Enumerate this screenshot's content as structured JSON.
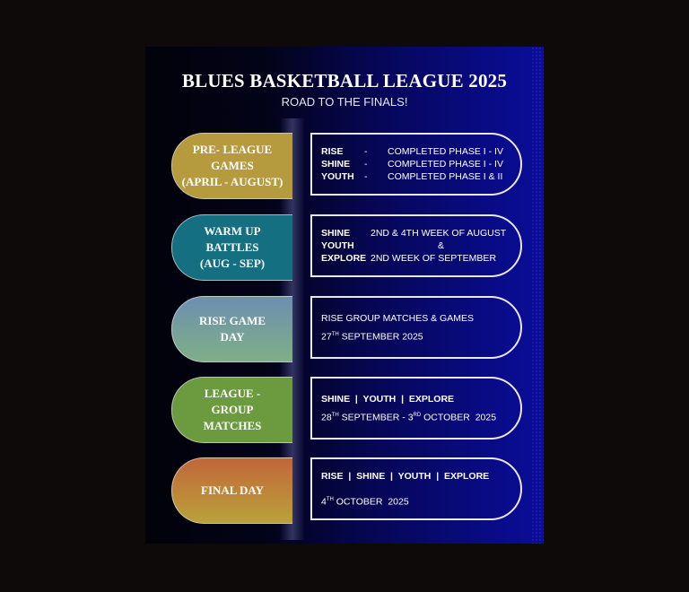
{
  "header": {
    "title": "BLUES BASKETBALL LEAGUE 2025",
    "subtitle": "ROAD TO THE FINALS!"
  },
  "colors": {
    "pre_league": "#b59a3e",
    "warm_up": "#147080",
    "rise_game_day_top": "#6c8fb0",
    "rise_game_day_bottom": "#7faf86",
    "league_group": "#6b9a3f",
    "final_day_top": "#c2663a",
    "final_day_bottom": "#b9a23a",
    "card_border": "#e8e8f0"
  },
  "rows": [
    {
      "label_lines": [
        "PRE- LEAGUE",
        "GAMES",
        "(APRIL - AUGUST)"
      ],
      "details": [
        {
          "group": "RISE",
          "sep": "-",
          "status": "COMPLETED PHASE I - IV"
        },
        {
          "group": "SHINE",
          "sep": "-",
          "status": "COMPLETED PHASE I - IV"
        },
        {
          "group": "YOUTH",
          "sep": "-",
          "status": "COMPLETED PHASE I & II"
        }
      ]
    },
    {
      "label_lines": [
        "WARM UP",
        "BATTLES",
        "(AUG - SEP)"
      ],
      "details": [
        {
          "group": "SHINE",
          "text": "2ND & 4TH WEEK OF AUGUST"
        },
        {
          "group": "YOUTH",
          "text": "&"
        },
        {
          "group": "EXPLORE",
          "text": "2ND WEEK OF SEPTEMBER"
        }
      ]
    },
    {
      "label_lines": [
        "RISE GAME",
        "DAY"
      ],
      "line1": "RISE GROUP MATCHES & GAMES",
      "date_num": "27",
      "date_sup": "TH",
      "date_rest": " SEPTEMBER 2025"
    },
    {
      "label_lines": [
        "LEAGUE -",
        "GROUP",
        "MATCHES"
      ],
      "groups": "SHINE  |  YOUTH  |  EXPLORE",
      "date_num": "28",
      "date_sup": "TH",
      "date_mid": " SEPTEMBER - 3",
      "date_sup2": "RD",
      "date_rest": " OCTOBER  2025"
    },
    {
      "label_lines": [
        "FINAL DAY"
      ],
      "groups": "RISE  |  SHINE  |  YOUTH  |  EXPLORE",
      "date_num": "4",
      "date_sup": "TH",
      "date_rest": " OCTOBER  2025"
    }
  ]
}
